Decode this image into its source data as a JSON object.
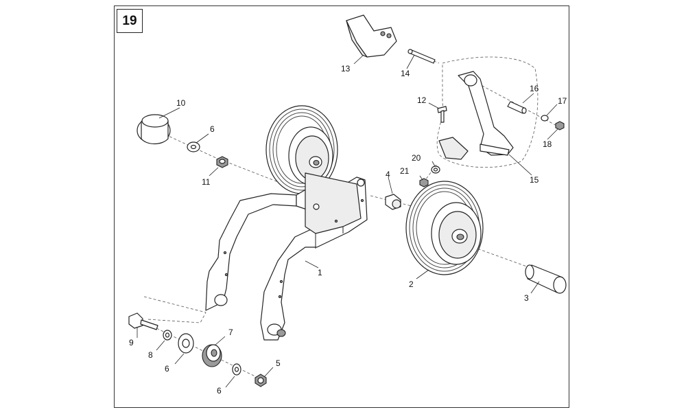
{
  "figure_number": "19",
  "callouts": {
    "c1": "1",
    "c2": "2",
    "c3": "3",
    "c4": "4",
    "c5": "5",
    "c6a": "6",
    "c6b": "6",
    "c6c": "6",
    "c7": "7",
    "c8": "8",
    "c9": "9",
    "c10": "10",
    "c11": "11",
    "c12": "12",
    "c13": "13",
    "c14": "14",
    "c15": "15",
    "c16": "16",
    "c17": "17",
    "c18": "18",
    "c20": "20",
    "c21": "21"
  }
}
